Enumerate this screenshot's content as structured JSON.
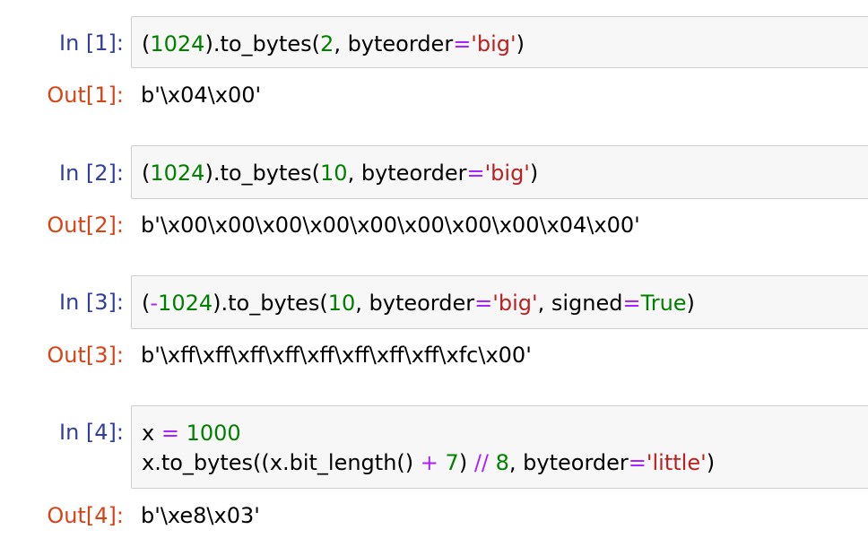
{
  "colors": {
    "prompt_in": "#303f9f",
    "prompt_out": "#d84315",
    "number": "#008000",
    "string": "#ba2121",
    "operator": "#aa22ff",
    "keyword": "#008000",
    "cell_background": "#f7f7f7",
    "cell_border": "#cfcfcf"
  },
  "cells": [
    {
      "in_prompt": "In [1]:",
      "out_prompt": "Out[1]:",
      "lines": [
        [
          {
            "t": "txt",
            "v": "("
          },
          {
            "t": "num",
            "v": "1024"
          },
          {
            "t": "txt",
            "v": ").to_bytes("
          },
          {
            "t": "num",
            "v": "2"
          },
          {
            "t": "txt",
            "v": ", byteorder"
          },
          {
            "t": "op",
            "v": "="
          },
          {
            "t": "str",
            "v": "'big'"
          },
          {
            "t": "txt",
            "v": ")"
          }
        ]
      ],
      "output": "b'\\x04\\x00'"
    },
    {
      "in_prompt": "In [2]:",
      "out_prompt": "Out[2]:",
      "lines": [
        [
          {
            "t": "txt",
            "v": "("
          },
          {
            "t": "num",
            "v": "1024"
          },
          {
            "t": "txt",
            "v": ").to_bytes("
          },
          {
            "t": "num",
            "v": "10"
          },
          {
            "t": "txt",
            "v": ", byteorder"
          },
          {
            "t": "op",
            "v": "="
          },
          {
            "t": "str",
            "v": "'big'"
          },
          {
            "t": "txt",
            "v": ")"
          }
        ]
      ],
      "output": "b'\\x00\\x00\\x00\\x00\\x00\\x00\\x00\\x00\\x04\\x00'"
    },
    {
      "in_prompt": "In [3]:",
      "out_prompt": "Out[3]:",
      "lines": [
        [
          {
            "t": "txt",
            "v": "("
          },
          {
            "t": "op",
            "v": "-"
          },
          {
            "t": "num",
            "v": "1024"
          },
          {
            "t": "txt",
            "v": ").to_bytes("
          },
          {
            "t": "num",
            "v": "10"
          },
          {
            "t": "txt",
            "v": ", byteorder"
          },
          {
            "t": "op",
            "v": "="
          },
          {
            "t": "str",
            "v": "'big'"
          },
          {
            "t": "txt",
            "v": ", signed"
          },
          {
            "t": "op",
            "v": "="
          },
          {
            "t": "kw",
            "v": "True"
          },
          {
            "t": "txt",
            "v": ")"
          }
        ]
      ],
      "output": "b'\\xff\\xff\\xff\\xff\\xff\\xff\\xff\\xff\\xfc\\x00'"
    },
    {
      "in_prompt": "In [4]:",
      "out_prompt": "Out[4]:",
      "lines": [
        [
          {
            "t": "txt",
            "v": "x "
          },
          {
            "t": "op",
            "v": "="
          },
          {
            "t": "txt",
            "v": " "
          },
          {
            "t": "num",
            "v": "1000"
          }
        ],
        [
          {
            "t": "txt",
            "v": "x.to_bytes((x.bit_length() "
          },
          {
            "t": "op",
            "v": "+"
          },
          {
            "t": "txt",
            "v": " "
          },
          {
            "t": "num",
            "v": "7"
          },
          {
            "t": "txt",
            "v": ") "
          },
          {
            "t": "op",
            "v": "//"
          },
          {
            "t": "txt",
            "v": " "
          },
          {
            "t": "num",
            "v": "8"
          },
          {
            "t": "txt",
            "v": ", byteorder"
          },
          {
            "t": "op",
            "v": "="
          },
          {
            "t": "str",
            "v": "'little'"
          },
          {
            "t": "txt",
            "v": ")"
          }
        ]
      ],
      "output": "b'\\xe8\\x03'"
    }
  ]
}
